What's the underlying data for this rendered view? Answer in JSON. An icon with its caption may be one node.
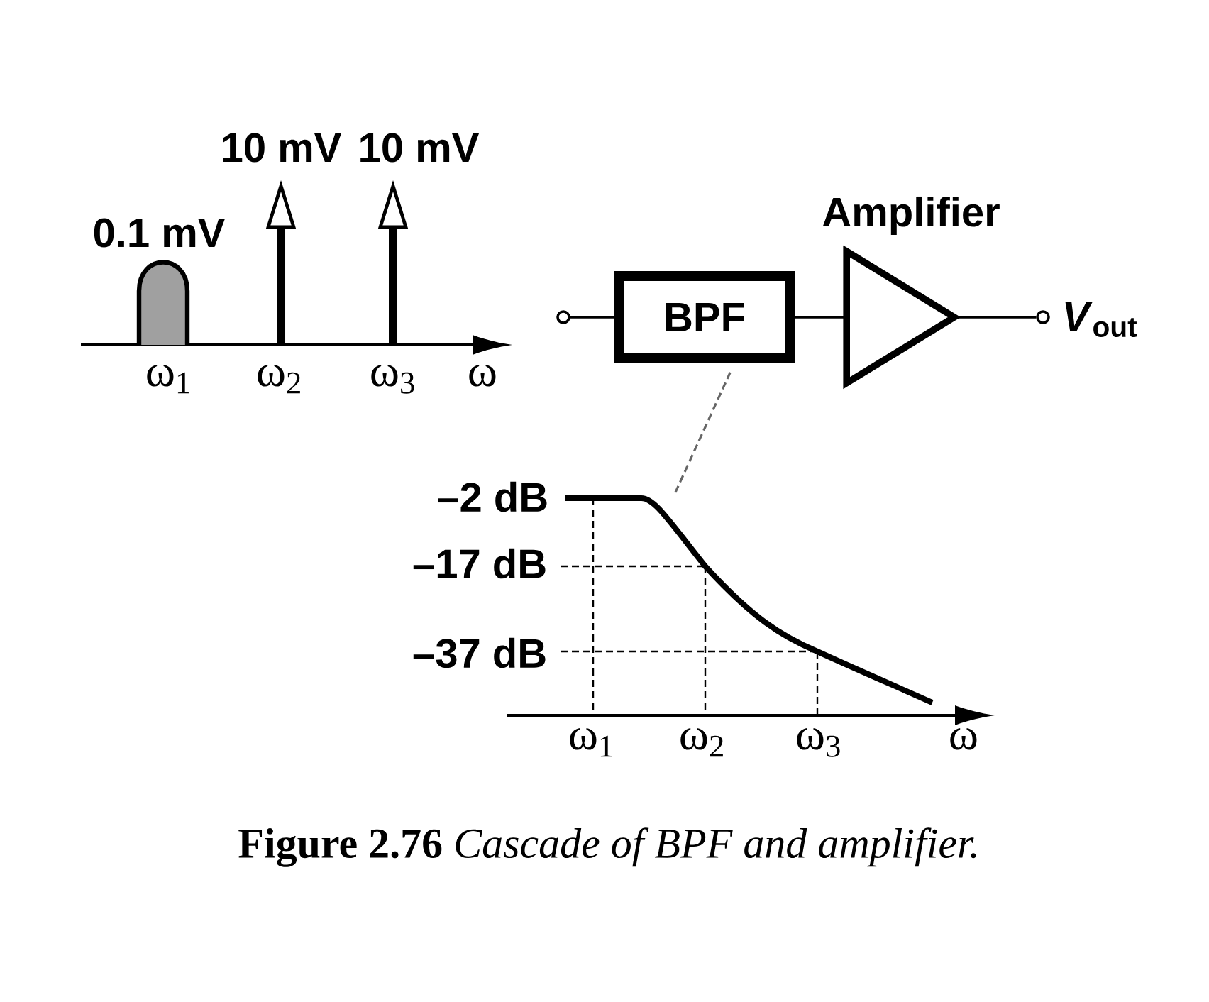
{
  "diagram": {
    "caption": "**Figure 2.76** *Cascade of BPF and amplifier.*",
    "nodes": [
      {
        "text": [],
        "shape": "circle"
      },
      {
        "text": [
          "BPF"
        ]
      },
      {
        "text": [
          "Amplifier"
        ]
      },
      {
        "text": [],
        "shape": "circle",
        "beside": [
          "*V*$_{out}$"
        ]
      },
      {
        "text": [],
        "shape": "curve"
      }
    ],
    "edges": [
      {
        "from": 0,
        "to": 1,
        "arrow": "none"
      },
      {
        "from": 1,
        "to": 2,
        "arrow": "none"
      },
      {
        "from": 2,
        "to": 3,
        "arrow": "none"
      },
      {
        "from": 1,
        "to": 4,
        "arrow": "none",
        "style": "dashed",
        "color": "#666666"
      }
    ],
    "labels": [
      "10 mV",
      "10 mV",
      "0.1 mV",
      "ω$_{1}$",
      "ω$_{2}$",
      "ω$_{3}$",
      "ω",
      "–2 dB",
      "–17 dB",
      "–37 dB",
      "ω$_{1}$",
      "ω$_{2}$",
      "ω$_{3}$",
      "ω"
    ]
  }
}
